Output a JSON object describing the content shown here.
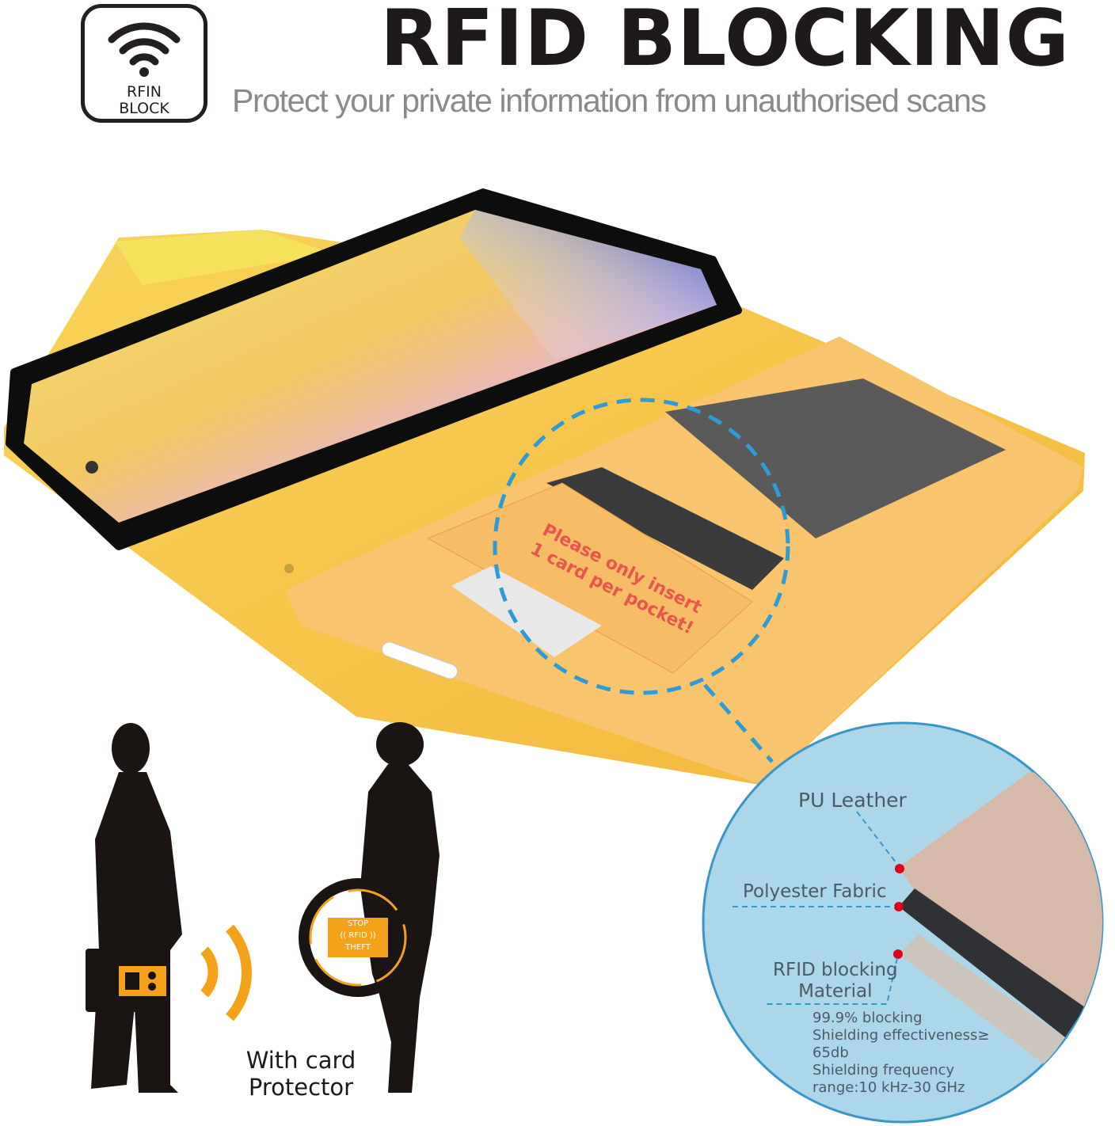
{
  "header": {
    "title": "RFID BLOCKING",
    "subtitle": "Protect your private information from unauthorised scans",
    "badge_line1": "RFIN",
    "badge_line2": "BLOCK",
    "badge_icon": "wifi-icon"
  },
  "wallet": {
    "card_warning_line1": "Please only insert",
    "card_warning_line2": "1 card per pocket!"
  },
  "layers": {
    "pu_leather": "PU Leather",
    "polyester": "Polyester Fabric",
    "rfid_line1": "RFID blocking",
    "rfid_line2": "Material",
    "spec_1": "99.9% blocking",
    "spec_2": "Shielding effectiveness≥",
    "spec_3": "65db",
    "spec_4": "Shielding frequency",
    "spec_5": "range:10 kHz-30 GHz"
  },
  "illustration": {
    "stop_1": "STOP",
    "stop_2": "RFID",
    "stop_3": "THEFT",
    "caption_1": "With card",
    "caption_2": "Protector"
  },
  "colors": {
    "wallet_yellow": "#f7c548",
    "accent_orange": "#f5a21b",
    "circle_blue": "#a9d6ea",
    "dot_red": "#e0001b"
  }
}
